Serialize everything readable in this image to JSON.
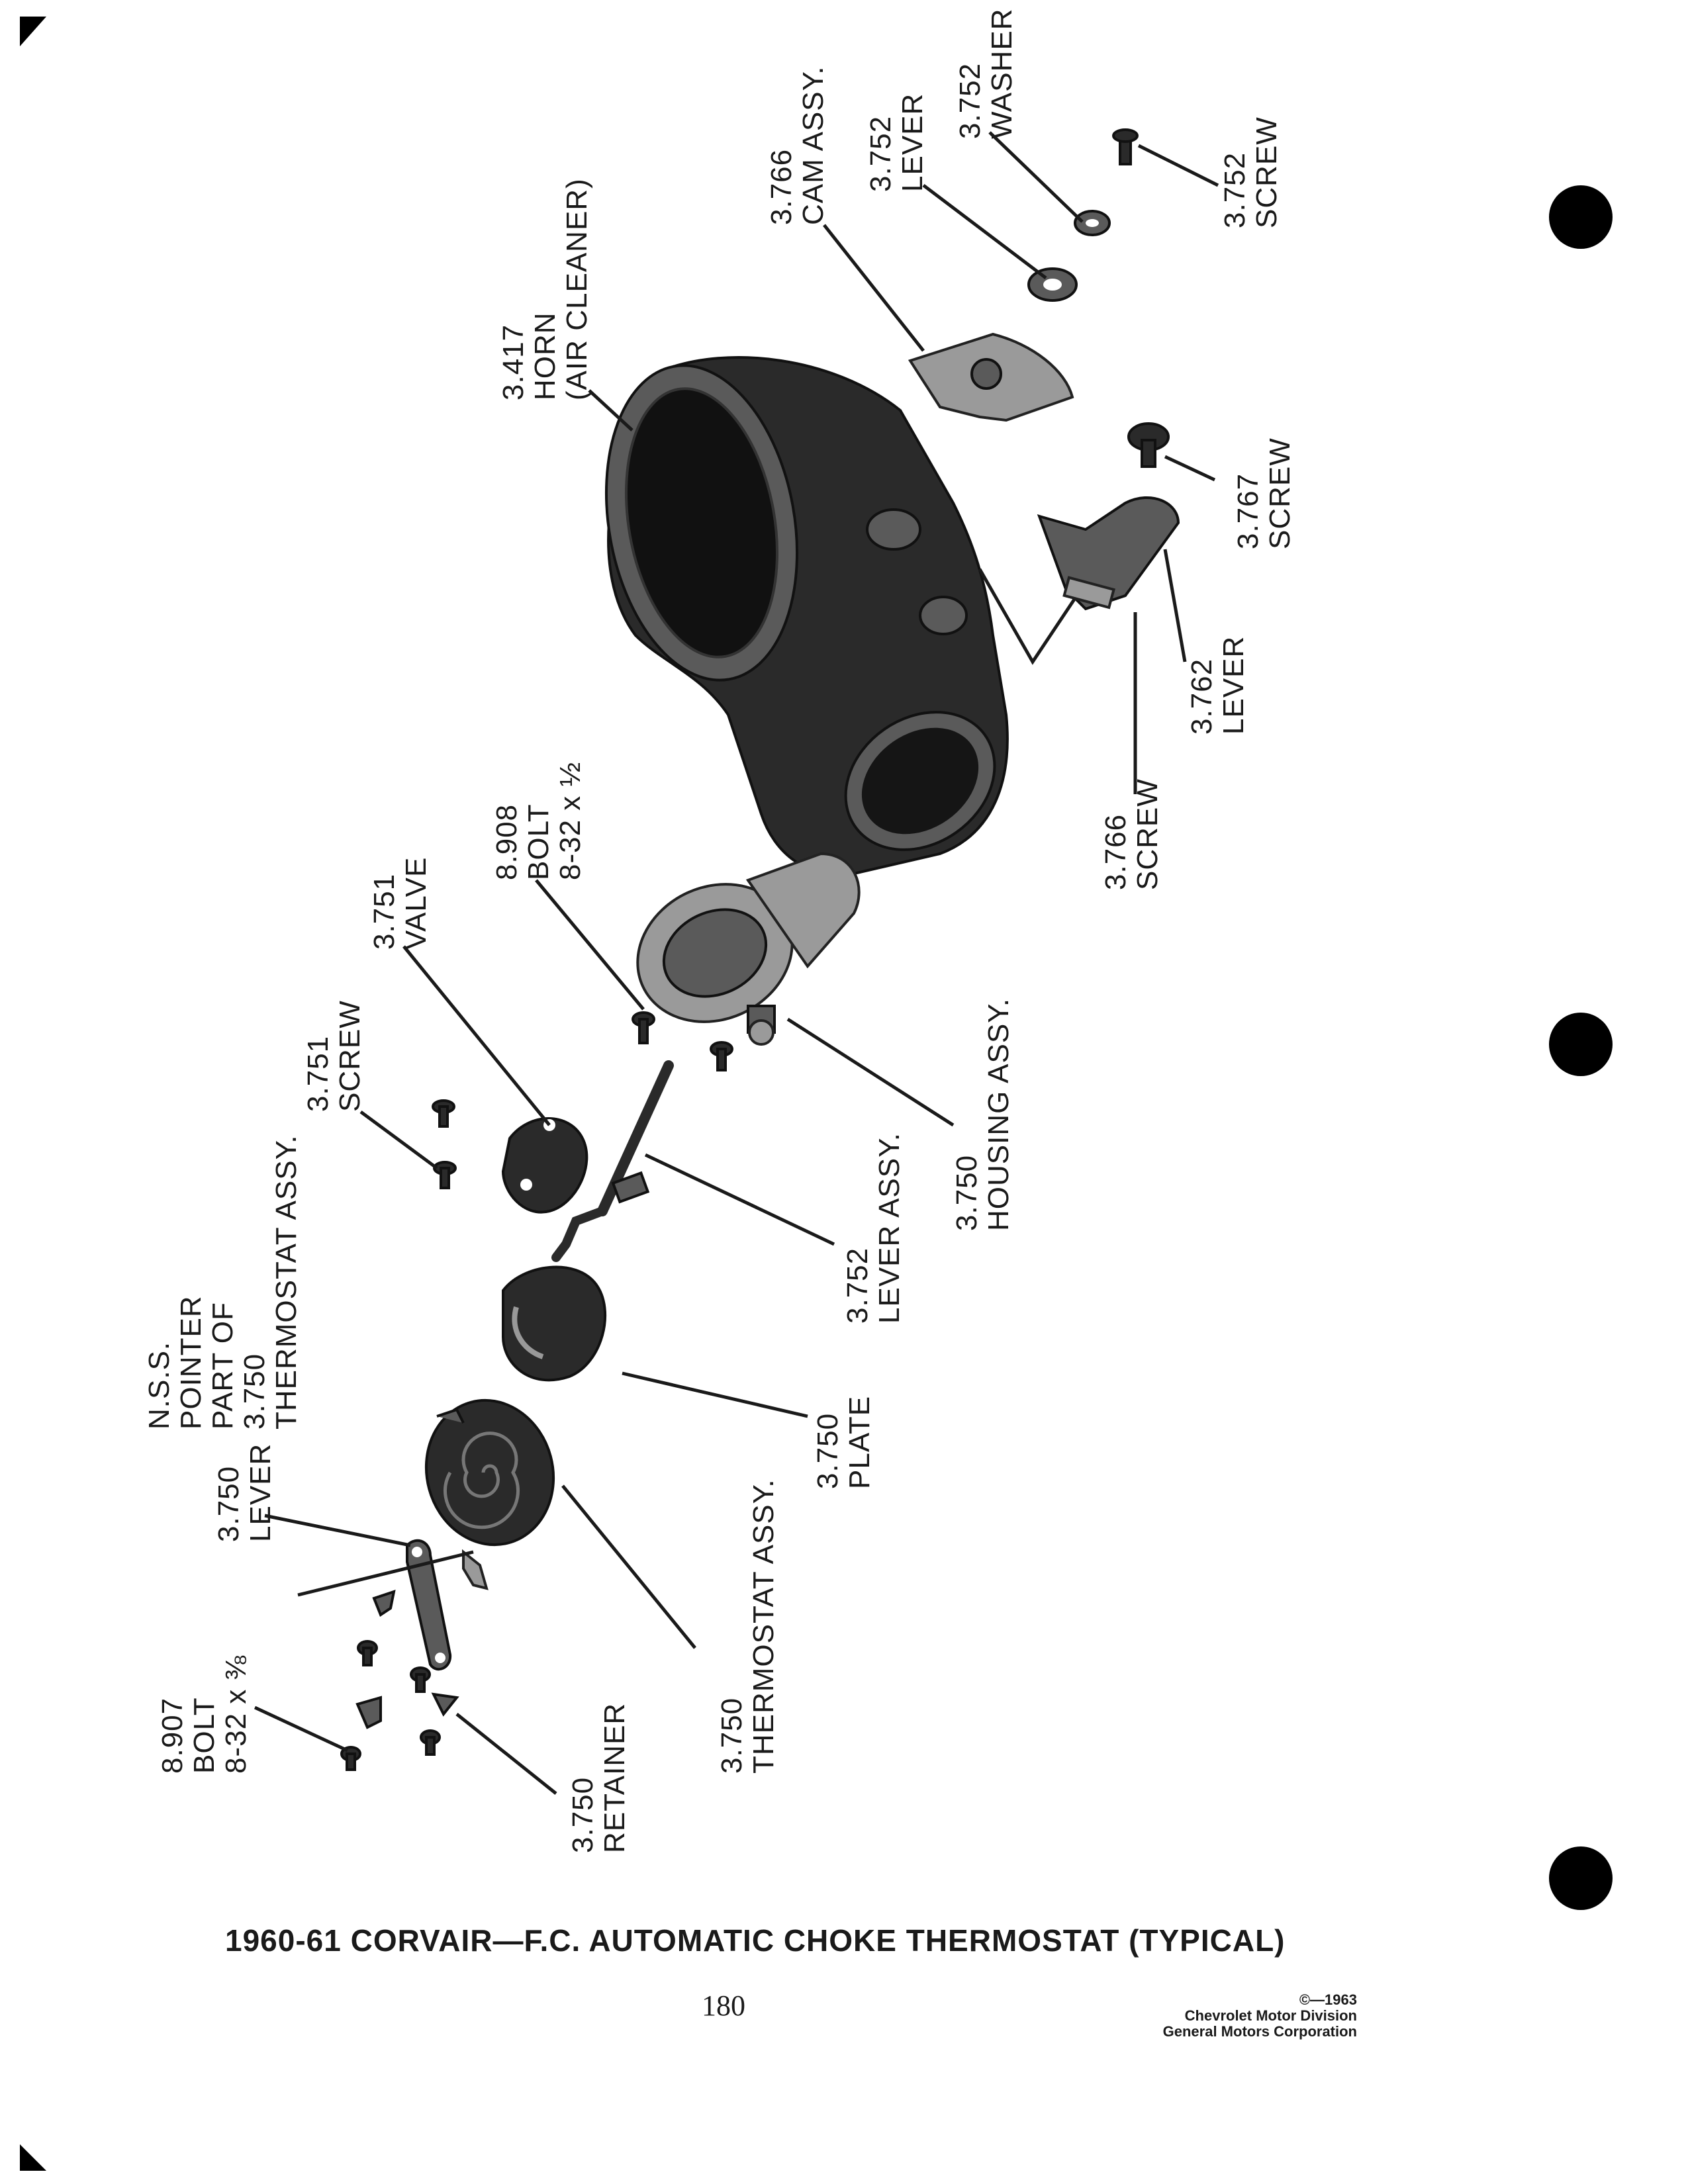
{
  "labels": {
    "screw_3752": [
      "3.752",
      "SCREW"
    ],
    "washer_3752": [
      "3.752",
      "WASHER"
    ],
    "lever_3752": [
      "3.752",
      "LEVER"
    ],
    "cam_3766": [
      "3.766",
      "CAM ASSY."
    ],
    "horn_3417": [
      "3.417",
      "HORN",
      "(AIR CLEANER)"
    ],
    "screw_3767": [
      "3.767",
      "SCREW"
    ],
    "lever_3762": [
      "3.762",
      "LEVER"
    ],
    "screw_3766": [
      "3.766",
      "SCREW"
    ],
    "bolt_8908": [
      "8.908",
      "BOLT",
      "8-32 x ½"
    ],
    "valve_3751": [
      "3.751",
      "VALVE"
    ],
    "screw_3751": [
      "3.751",
      "SCREW"
    ],
    "housing_3750": [
      "3.750",
      "HOUSING ASSY."
    ],
    "lever_assy_3752": [
      "3.752",
      "LEVER ASSY."
    ],
    "pointer_nss": [
      "N.S.S.",
      "POINTER",
      "PART OF",
      "3.750",
      "THERMOSTAT ASSY."
    ],
    "lever_3750": [
      "3.750",
      "LEVER"
    ],
    "plate_3750": [
      "3.750",
      "PLATE"
    ],
    "thermostat_3750": [
      "3.750",
      "THERMOSTAT ASSY."
    ],
    "bolt_8907": [
      "8.907",
      "BOLT",
      "8-32 x ⅜"
    ],
    "retainer_3750": [
      "3.750",
      "RETAINER"
    ]
  },
  "caption": "1960-61 CORVAIR—F.C. AUTOMATIC CHOKE THERMOSTAT (TYPICAL)",
  "page_number": "180",
  "copyright": [
    "©—1963",
    "Chevrolet Motor Division",
    "General Motors Corporation"
  ]
}
